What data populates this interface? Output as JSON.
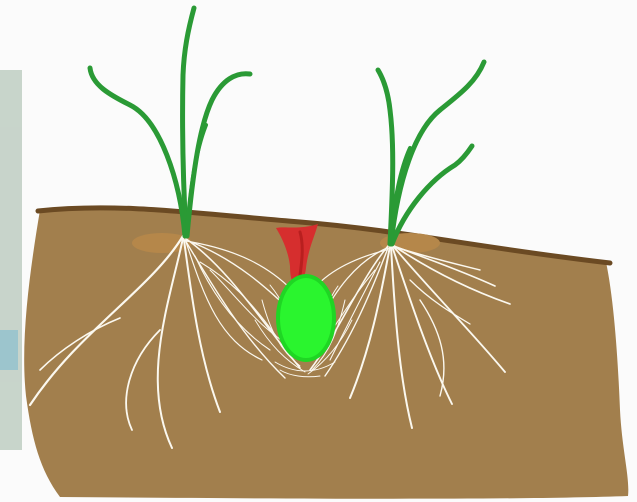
{
  "colors": {
    "soil": "#a27f4d",
    "soil_outline": "#6b4a23",
    "soil_mound": "#b5874a",
    "grass": "#2a9a35",
    "root": "#fbf8ef",
    "root_shadow": "#d9cfb8",
    "bulb_green": "#2af52e",
    "bulb_edge": "#1fd624",
    "shoot_red": "#d62e2e",
    "shoot_red_dark": "#b81f1f",
    "photo_fringe_1": "#9fb6a4",
    "photo_fringe_2": "#4f9aa8",
    "background": "#fbfbfb"
  },
  "elements": {
    "left_plant": "grass-shoot",
    "right_plant": "grass-shoot",
    "center_bud": "red-shoot",
    "center_tuber": "green-bulb"
  }
}
